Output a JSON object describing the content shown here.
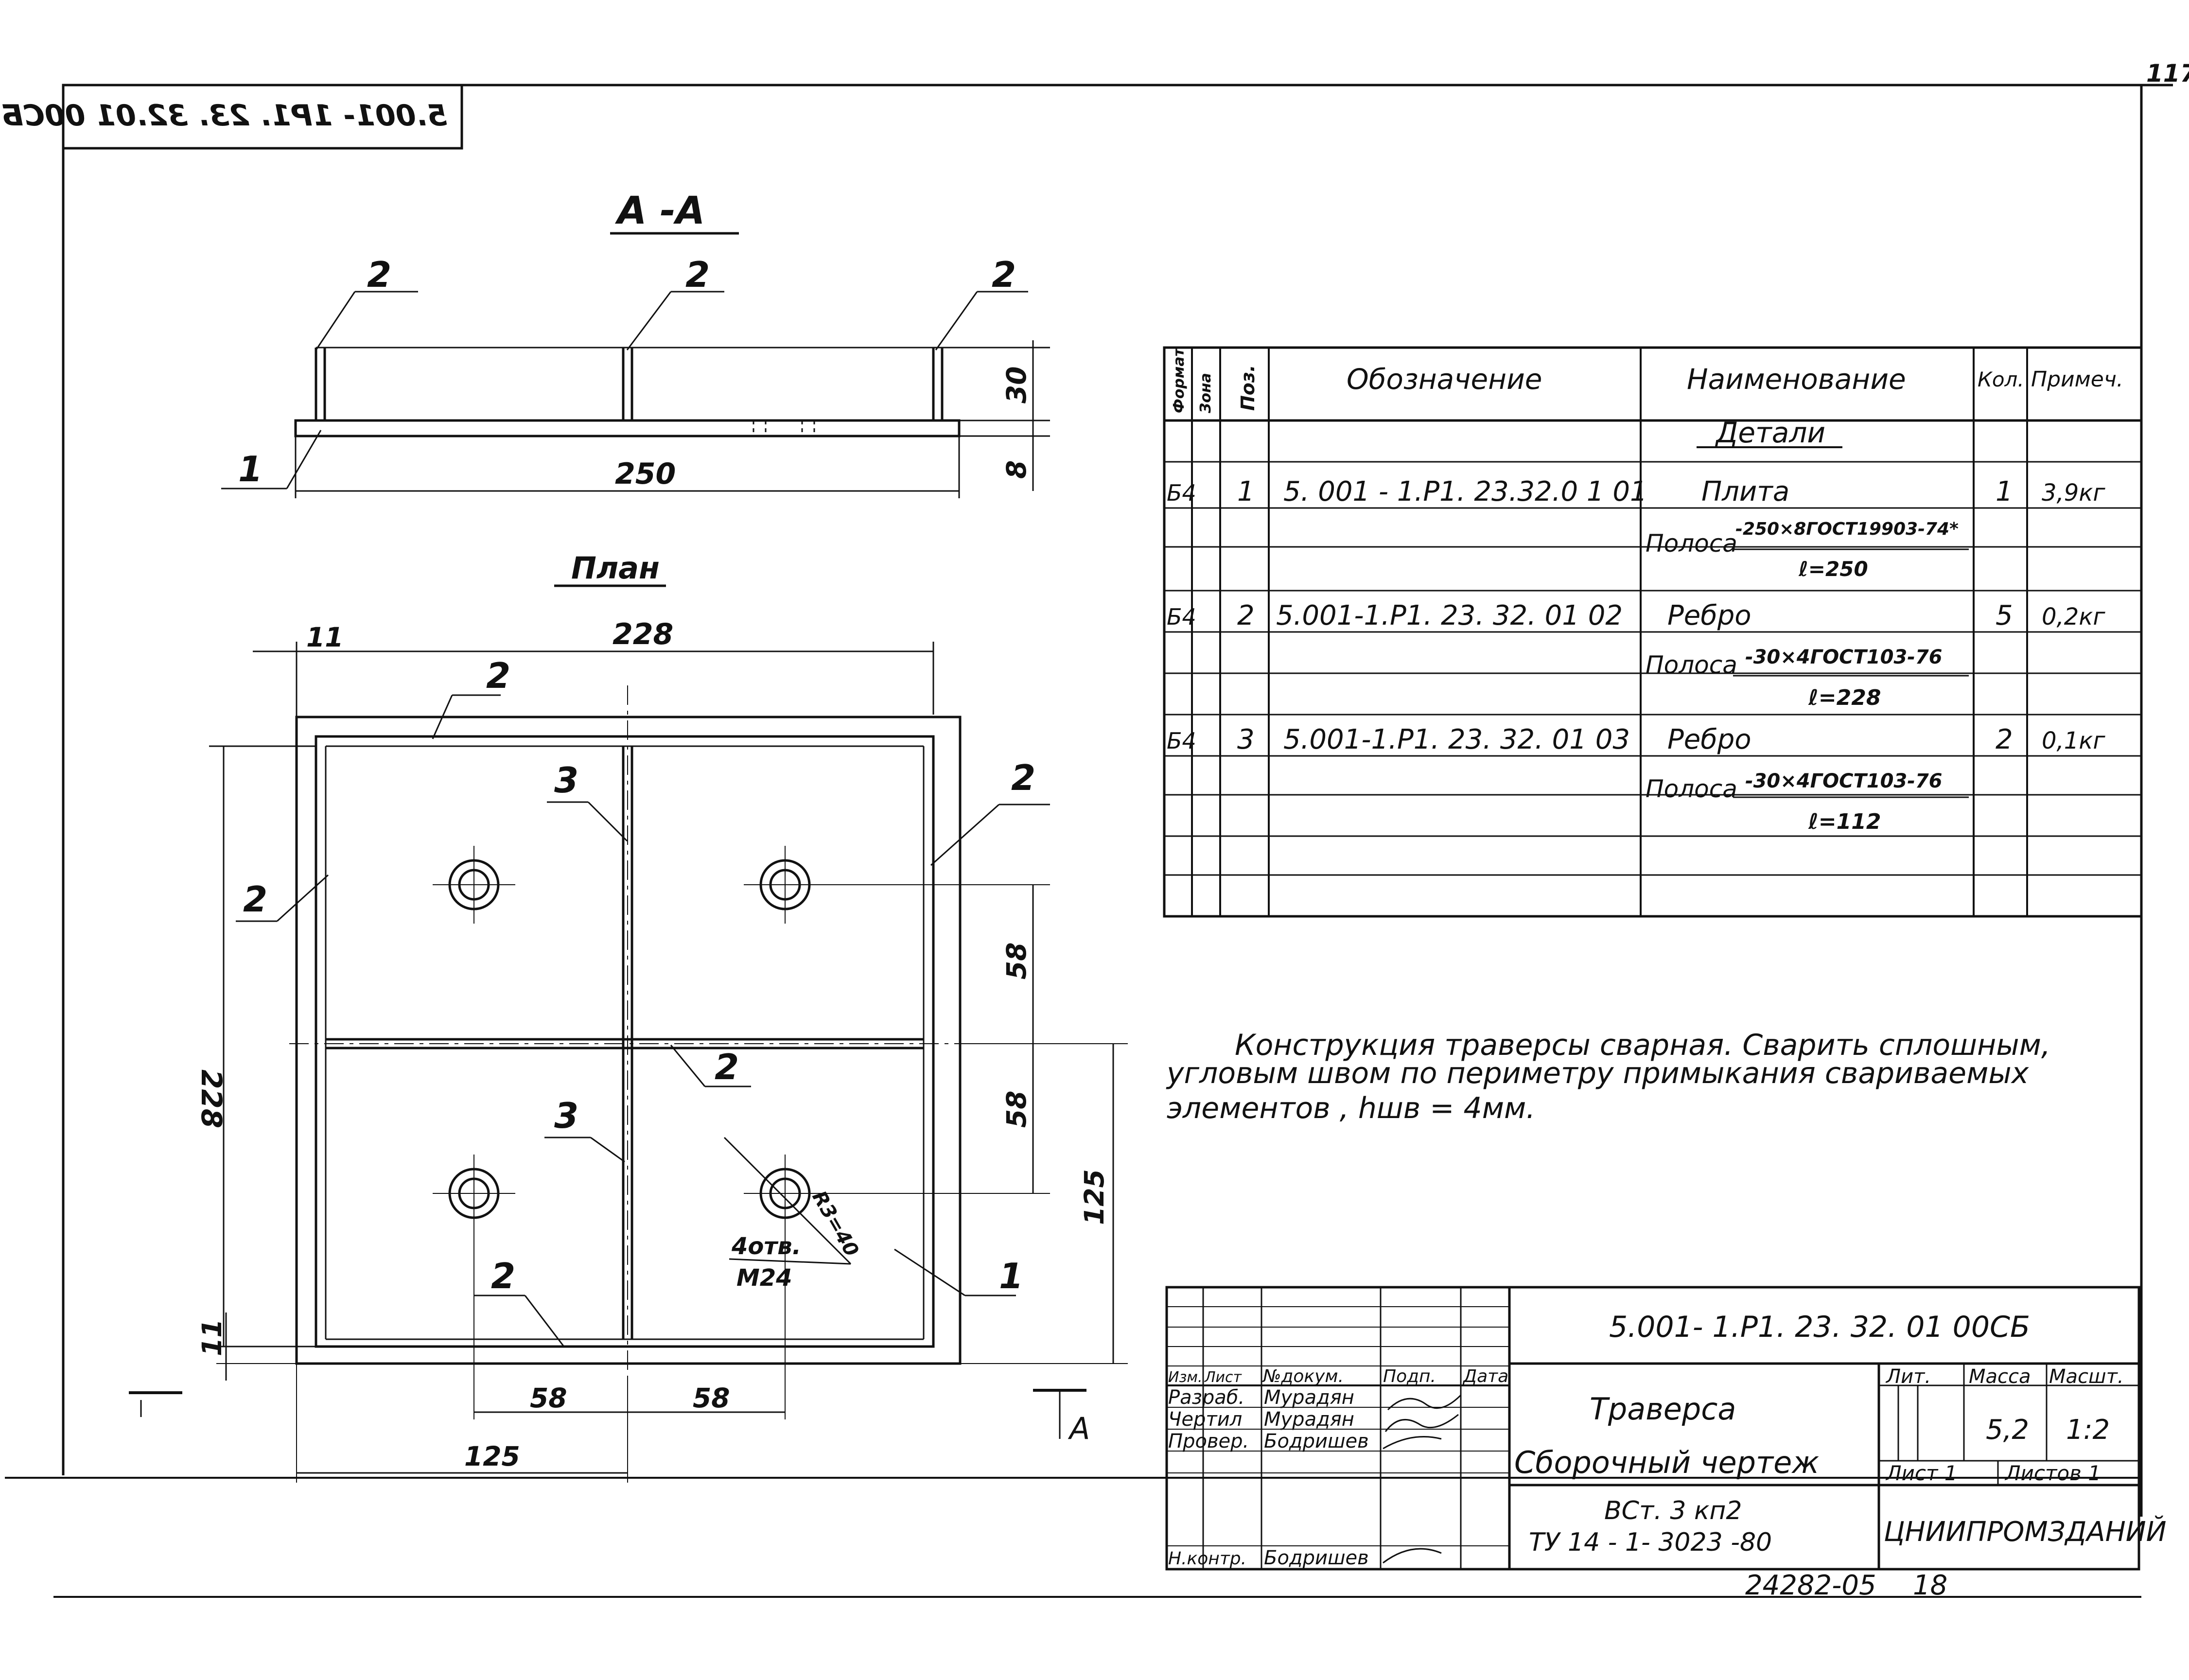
{
  "sheet": {
    "page_number": "117",
    "stamp_code": "5.001- 1Р1. 23. 32.01 00СБ",
    "bottom_number": "24282-05",
    "bottom_page": "18"
  },
  "section": {
    "title": "А -А",
    "plan_title": "План",
    "section_mark": "А"
  },
  "dimensions": {
    "aa_width": "250",
    "aa_height_rib": "30",
    "aa_thickness": "8",
    "plan_offset": "11",
    "plan_width": "228",
    "plan_height": "228",
    "bolt_spacing_1": "58",
    "bolt_spacing_2": "58",
    "bolt_height": "125",
    "bottom_spacing_1": "58",
    "bottom_spacing_2": "58",
    "bottom_total": "125",
    "side_offset": "11",
    "hole_radius": "R3=40"
  },
  "callouts": {
    "rib_left": "2",
    "rib_center": "2",
    "rib_right": "2",
    "plate": "1",
    "plan_top": "2",
    "plan_right": "2",
    "plan_left": "2",
    "plan_center": "2",
    "plan_bottom": "2",
    "plan_rib3_top": "3",
    "plan_rib3_bottom": "3",
    "plan_plate": "1",
    "holes_count": "4отв.",
    "holes_thread": "М24"
  },
  "spec_table": {
    "headers": {
      "format": "Формат",
      "zone": "Зона",
      "pos": "Поз.",
      "designation": "Обозначение",
      "name": "Наименование",
      "qty": "Кол.",
      "note": "Примеч."
    },
    "section_title": "Детали",
    "rows": [
      {
        "format": "Б4",
        "pos": "1",
        "designation": "5. 001 - 1.Р1. 23.32.0 1 01",
        "name": "Плита",
        "qty": "1",
        "note": "3,9кг"
      },
      {
        "material_label": "Полоса",
        "material_spec": "-250×8ГОСТ19903-74*",
        "material_len": "ℓ=250"
      },
      {
        "format": "Б4",
        "pos": "2",
        "designation": "5.001-1.Р1. 23. 32. 01 02",
        "name": "Ребро",
        "qty": "5",
        "note": "0,2кг"
      },
      {
        "material_label": "Полоса",
        "material_spec": "-30×4ГОСТ103-76",
        "material_len": "ℓ=228"
      },
      {
        "format": "Б4",
        "pos": "3",
        "designation": "5.001-1.Р1. 23. 32. 01 03",
        "name": "Ребро",
        "qty": "2",
        "note": "0,1кг"
      },
      {
        "material_label": "Полоса",
        "material_spec": "-30×4ГОСТ103-76",
        "material_len": "ℓ=112"
      }
    ]
  },
  "notes": {
    "line1": "Конструкция траверсы сварная. Сварить сплошным,",
    "line2": "угловым швом по периметру примыкания свариваемых",
    "line3": "элементов , hшв = 4мм."
  },
  "title_block": {
    "code": "5.001- 1.Р1. 23. 32. 01 00СБ",
    "hdr_izm": "Изм.",
    "hdr_list": "Лист",
    "hdr_ndoc": "№докум.",
    "hdr_sign": "Подп.",
    "hdr_date": "Дата",
    "role_dev": "Разраб.",
    "role_draw": "Чертил",
    "role_check": "Провер.",
    "role_nkontr": "Н.контр.",
    "name_dev": "Мурадян",
    "name_draw": "Мурадян",
    "name_check": "Бодришев",
    "name_nkontr": "Бодришев",
    "title_1": "Траверса",
    "title_2": "Сборочный чертеж",
    "material_1": "ВСт. 3 кп2",
    "material_2": "ТУ 14 - 1- 3023 -80",
    "lit_label": "Лит.",
    "mass_label": "Масса",
    "scale_label": "Масшт.",
    "mass_value": "5,2",
    "scale_value": "1:2",
    "sheet_label": "Лист 1",
    "sheets_label": "Листов 1",
    "org": "ЦНИИПРОМЗДАНИЙ"
  }
}
